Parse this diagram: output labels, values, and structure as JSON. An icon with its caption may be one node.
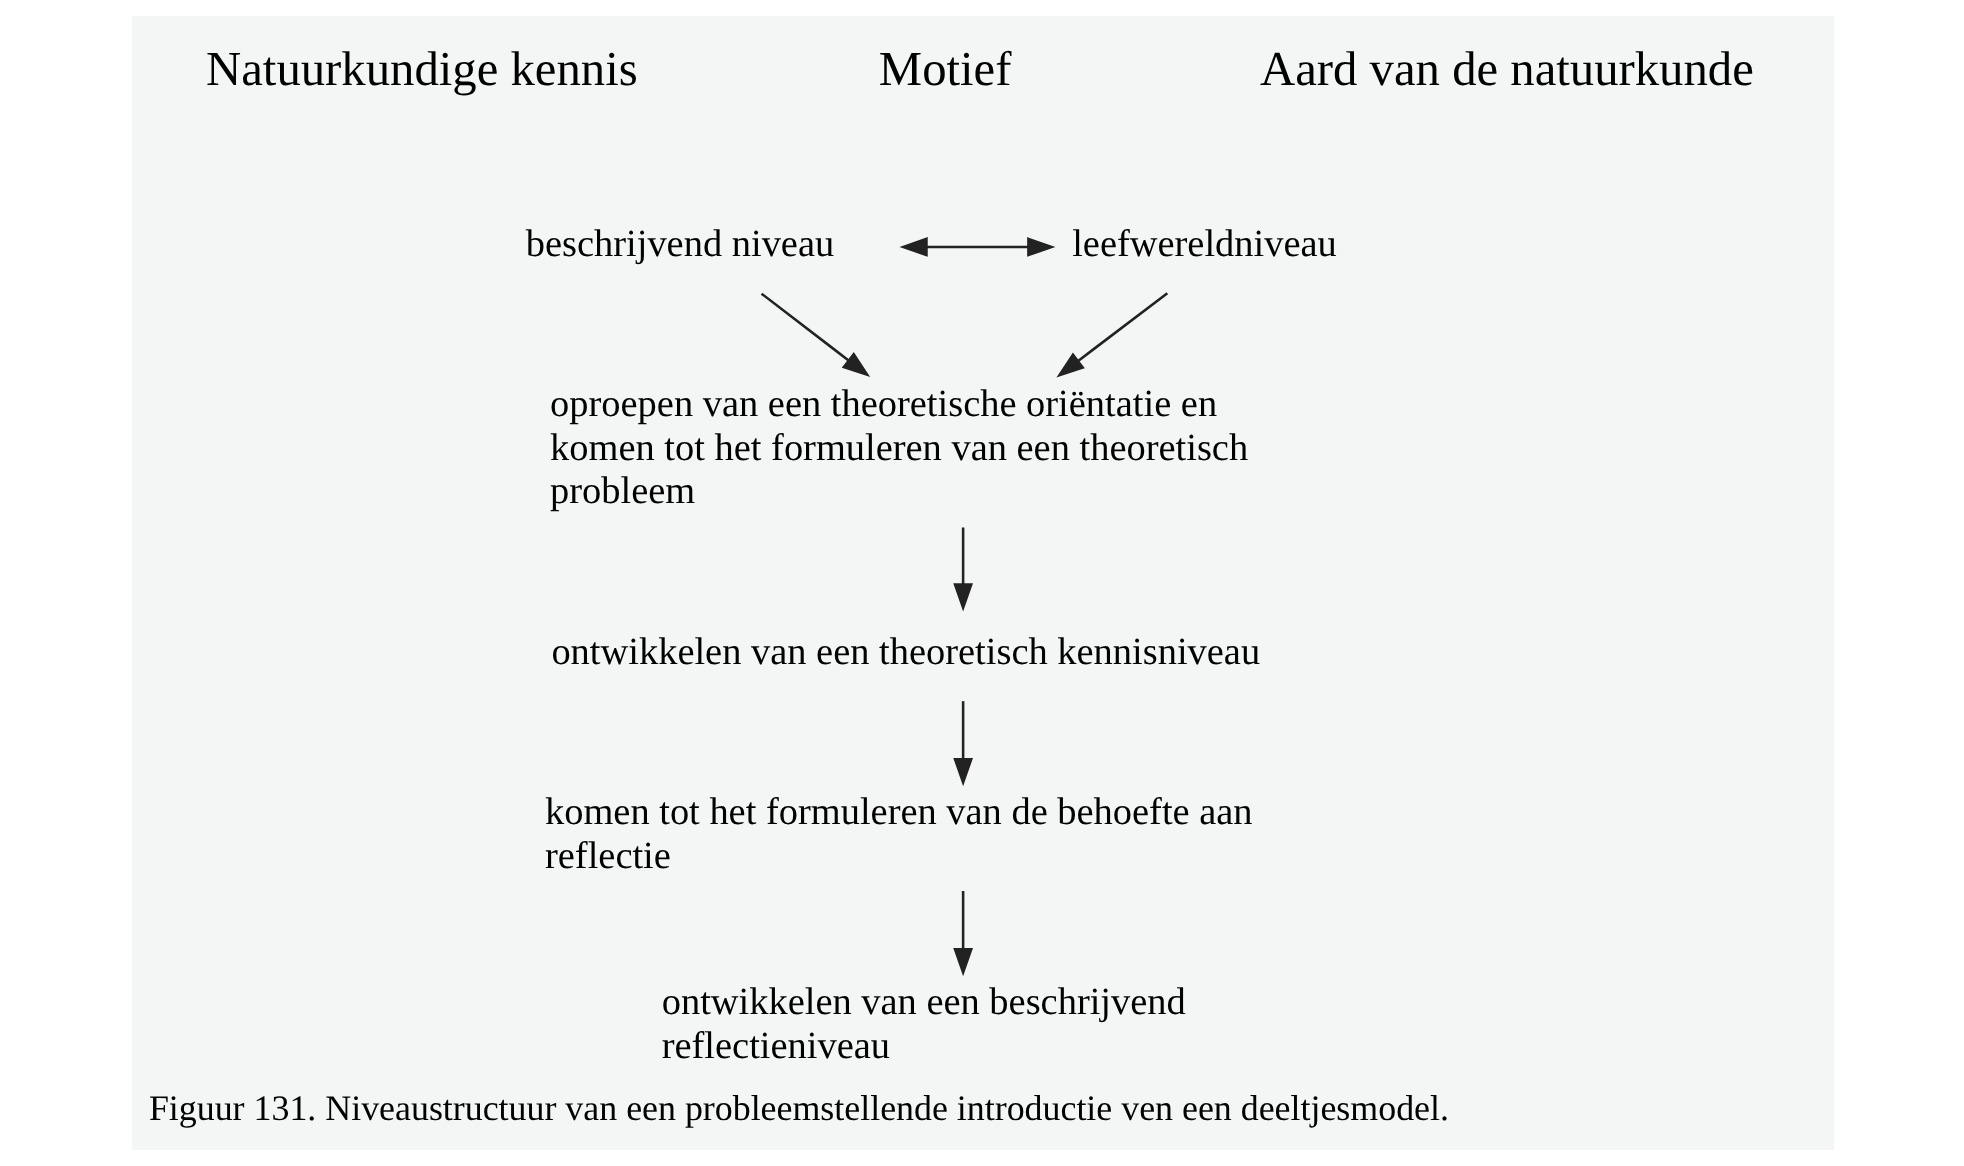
{
  "diagram": {
    "caption": "Figuur 131. Niveaustructuur van een probleemstellende introductie ven een deeltjesmodel.",
    "nodes": [
      {
        "text": [
          "beschrijvend niveau"
        ]
      },
      {
        "text": [
          "leefwereldniveau"
        ]
      },
      {
        "text": [
          "oproepen van een theoretische oriëntatie en komen tot het formuleren van een theoretisch probleem"
        ]
      },
      {
        "text": [
          "ontwikkelen van een theoretisch kennisniveau"
        ]
      },
      {
        "text": [
          "komen tot het formuleren van de behoefte aan reflectie"
        ]
      },
      {
        "text": [
          "ontwikkelen van een beschrijvend reflectieniveau"
        ]
      }
    ],
    "edges": [
      {
        "from": 0,
        "to": 1,
        "arrow": "both"
      },
      {
        "from": 0,
        "to": 2,
        "arrow": "to"
      },
      {
        "from": 1,
        "to": 2,
        "arrow": "to"
      },
      {
        "from": 2,
        "to": 3,
        "arrow": "to"
      },
      {
        "from": 3,
        "to": 4,
        "arrow": "to"
      },
      {
        "from": 4,
        "to": 5,
        "arrow": "to"
      }
    ],
    "labels": [
      "Natuurkundige kennis",
      "Motief",
      "Aard van de natuurkunde"
    ]
  }
}
